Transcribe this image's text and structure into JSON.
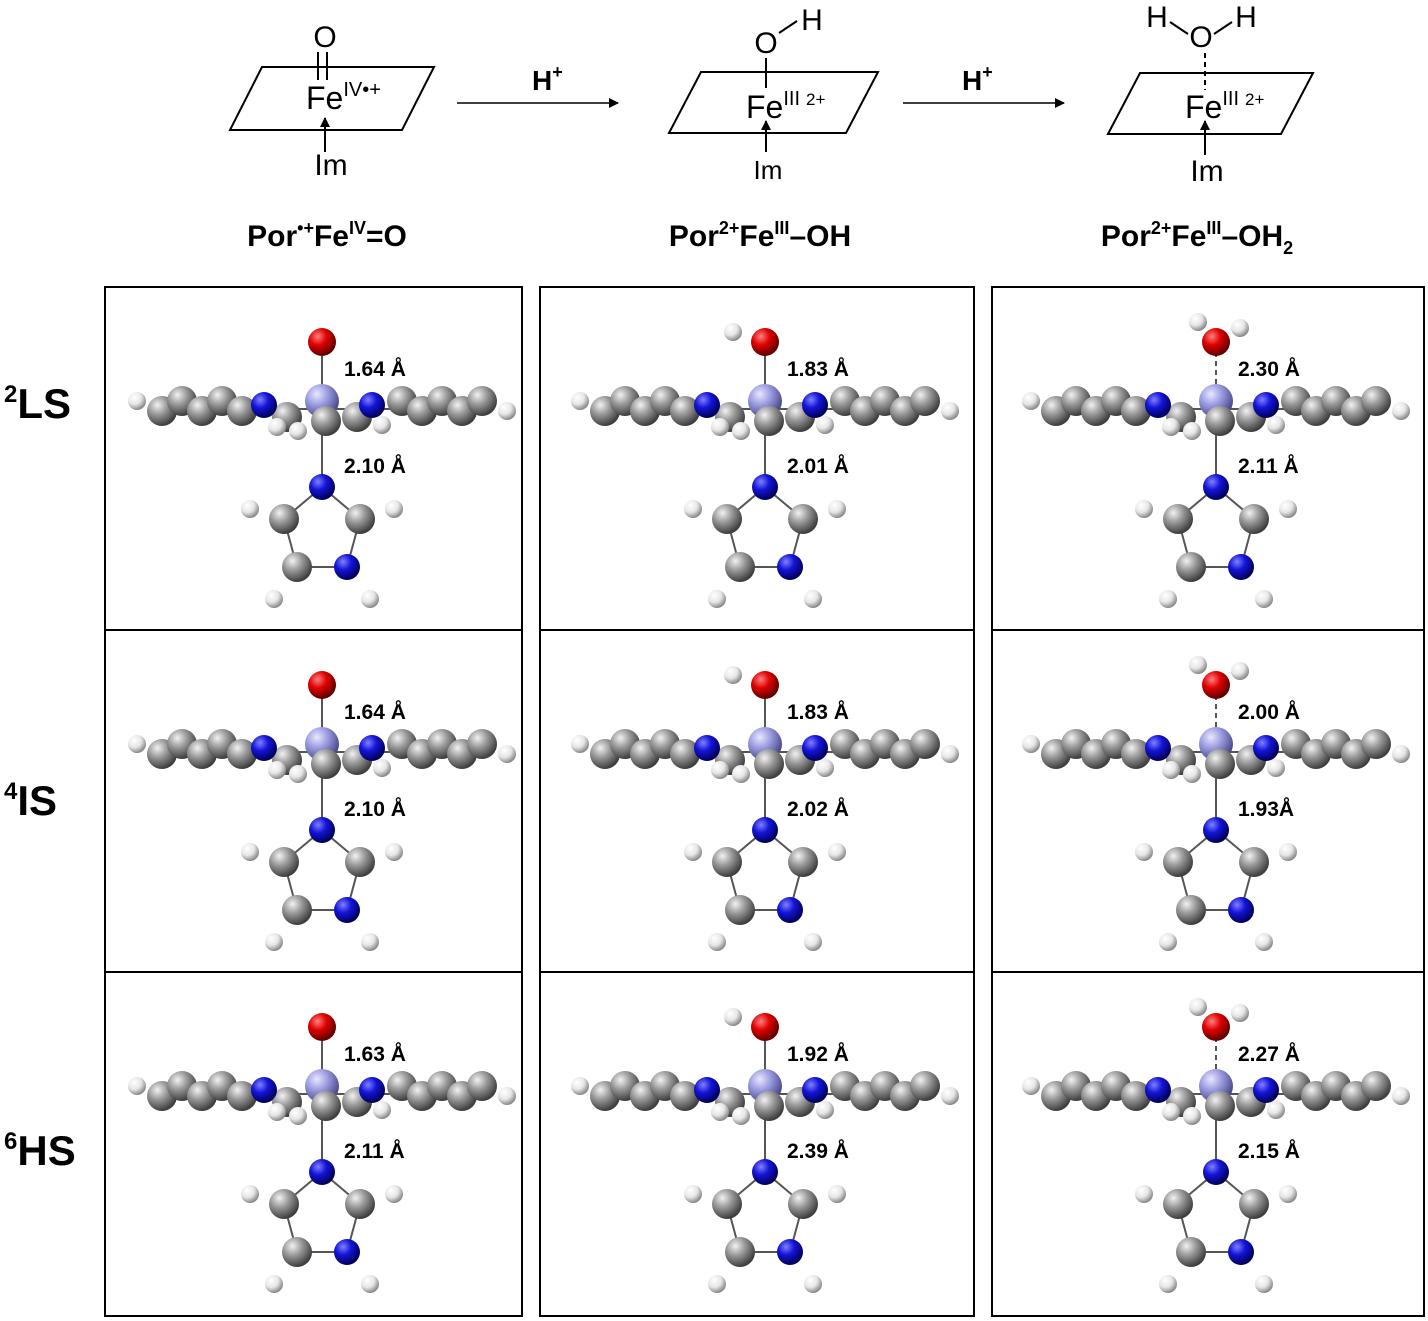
{
  "scheme": {
    "arrow_label": "H",
    "arrow_label_sup": "+",
    "im_label": "Im",
    "fe_symbol": "Fe",
    "structures": [
      {
        "fe_ox": "IV",
        "fe_extra": "•+",
        "o_label": "O",
        "h_label": ""
      },
      {
        "fe_ox": "III",
        "fe_extra": "2+",
        "o_label": "O",
        "h_label": "H"
      },
      {
        "fe_ox": "III",
        "fe_extra": "2+",
        "o_label": "O",
        "h_label": "H"
      }
    ]
  },
  "columns": [
    {
      "p1": "Por",
      "s1": "•+",
      "p2": "Fe",
      "s2": "IV",
      "p3": "=O",
      "sub": ""
    },
    {
      "p1": "Por",
      "s1": "2+",
      "p2": "Fe",
      "s2": "III",
      "p3": "–OH",
      "sub": ""
    },
    {
      "p1": "Por",
      "s1": "2+",
      "p2": "Fe",
      "s2": "III",
      "p3": "–OH",
      "sub": "2"
    }
  ],
  "rows": [
    {
      "sup": "2",
      "label": "LS"
    },
    {
      "sup": "4",
      "label": "IS"
    },
    {
      "sup": "6",
      "label": "HS"
    }
  ],
  "distances": [
    [
      {
        "upper": "1.64 Å",
        "lower": "2.10 Å"
      },
      {
        "upper": "1.83 Å",
        "lower": "2.01 Å"
      },
      {
        "upper": "2.30 Å",
        "lower": "2.11 Å"
      }
    ],
    [
      {
        "upper": "1.64 Å",
        "lower": "2.10 Å"
      },
      {
        "upper": "1.83 Å",
        "lower": "2.02 Å"
      },
      {
        "upper": "2.00 Å",
        "lower": "1.93Å"
      }
    ],
    [
      {
        "upper": "1.63 Å",
        "lower": "2.11 Å"
      },
      {
        "upper": "1.92 Å",
        "lower": "2.39 Å"
      },
      {
        "upper": "2.27 Å",
        "lower": "2.15 Å"
      }
    ]
  ],
  "colors": {
    "oxygen": "#d40000",
    "nitrogen": "#1010d0",
    "iron": "#9b9be0",
    "carbon": "#8c8c8c",
    "hydrogen": "#e8e8e8",
    "frame": "#000000"
  }
}
